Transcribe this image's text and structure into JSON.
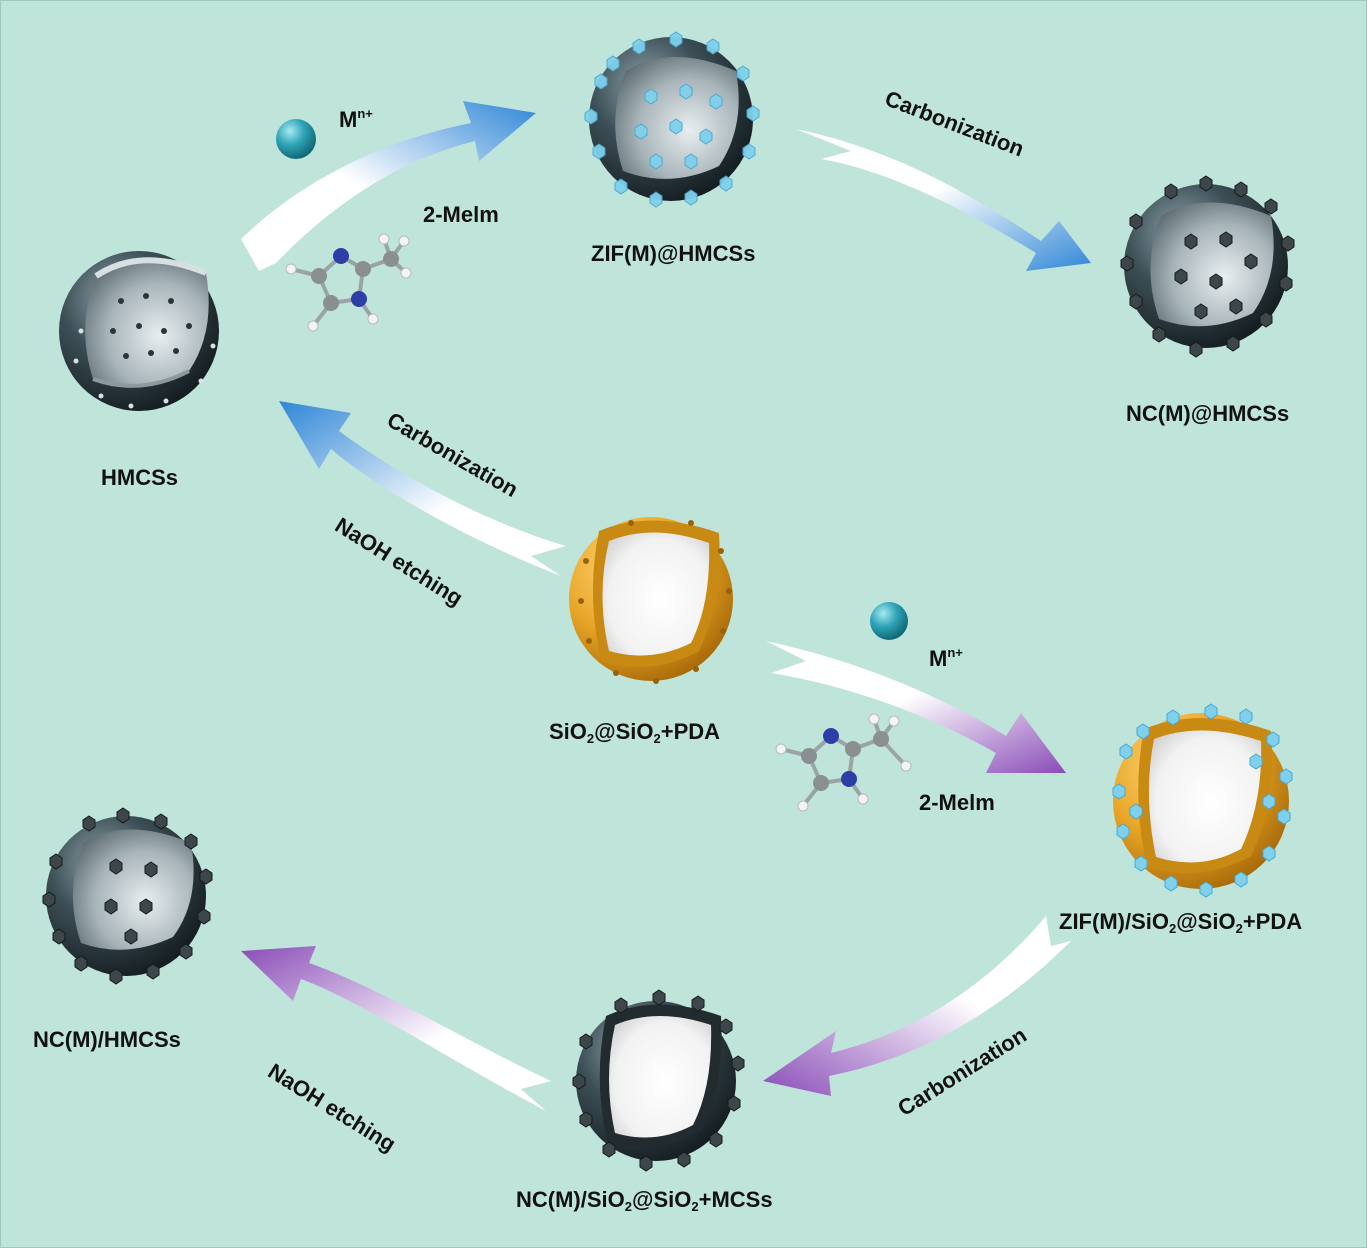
{
  "labels": {
    "hmcss": "HMCSs",
    "zif_hmcss": "ZIF(M)@HMCSs",
    "nc_at_hmcss": "NC(M)@HMCSs",
    "nc_slash_hmcss": "NC(M)/HMCSs",
    "metal_ion_1": "M",
    "metal_ion_1_sup": "n+",
    "metal_ion_2": "M",
    "metal_ion_2_sup": "n+",
    "melm_1": "2-Melm",
    "melm_2": "2-Melm",
    "carbonization_1": "Carbonization",
    "carbonization_2": "Carbonization",
    "carbonization_3": "Carbonization",
    "naoh_1": "NaOH etching",
    "naoh_2": "NaOH etching",
    "sio2_pda": {
      "a": "SiO",
      "b": "2",
      "c": "@SiO",
      "d": "2",
      "e": "+PDA"
    },
    "zif_sio2_pda": {
      "a": "ZIF(M)/SiO",
      "b": "2",
      "c": "@SiO",
      "d": "2",
      "e": "+PDA"
    },
    "nc_sio2_mcss": {
      "a": "NC(M)/SiO",
      "b": "2",
      "c": "@SiO",
      "d": "2",
      "e": "+MCSs"
    }
  },
  "colors": {
    "background": "#bfe4d9",
    "carbon_shell": "#2f3f45",
    "silica_pda_shell": "#e8a628",
    "zif_crystal": "#7fd0ec",
    "arrow_blue": "#2f86d6",
    "arrow_purple": "#8a4cb8",
    "metal_ion": "#2a9fb3"
  }
}
